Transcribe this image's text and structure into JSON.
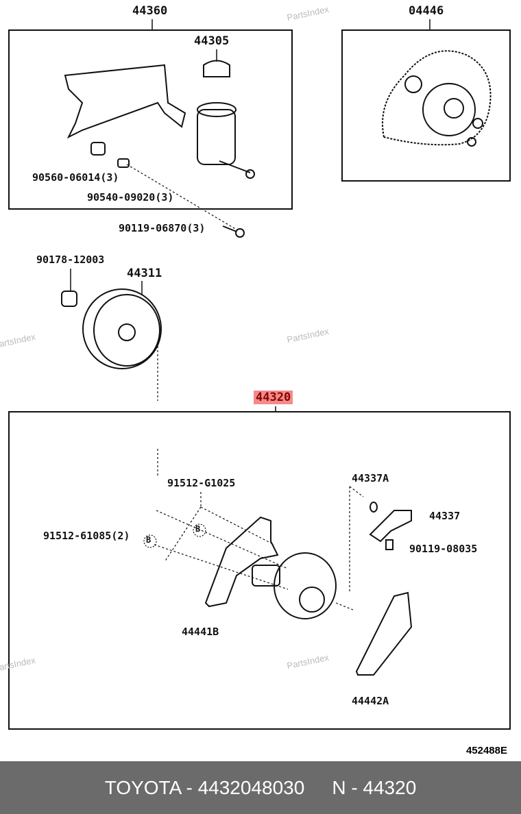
{
  "watermark": "PartsIndex",
  "labels": {
    "p44360": "44360",
    "p44305": "44305",
    "p04446": "04446",
    "p90560": "90560-06014(3)",
    "p90540": "90540-09020(3)",
    "p90119a": "90119-06870(3)",
    "p90178": "90178-12003",
    "p44311": "44311",
    "p44320": "44320",
    "p91512g": "91512-G1025",
    "p91512": "91512-61085(2)",
    "p44337a": "44337A",
    "p44337": "44337",
    "p90119b": "90119-08035",
    "p44441b": "44441B",
    "p44442a": "44442A",
    "markerB": "B"
  },
  "diagram_code": "452488E",
  "footer": {
    "brand_part": "TOYOTA - 4432048030",
    "ref": "N - 44320"
  }
}
